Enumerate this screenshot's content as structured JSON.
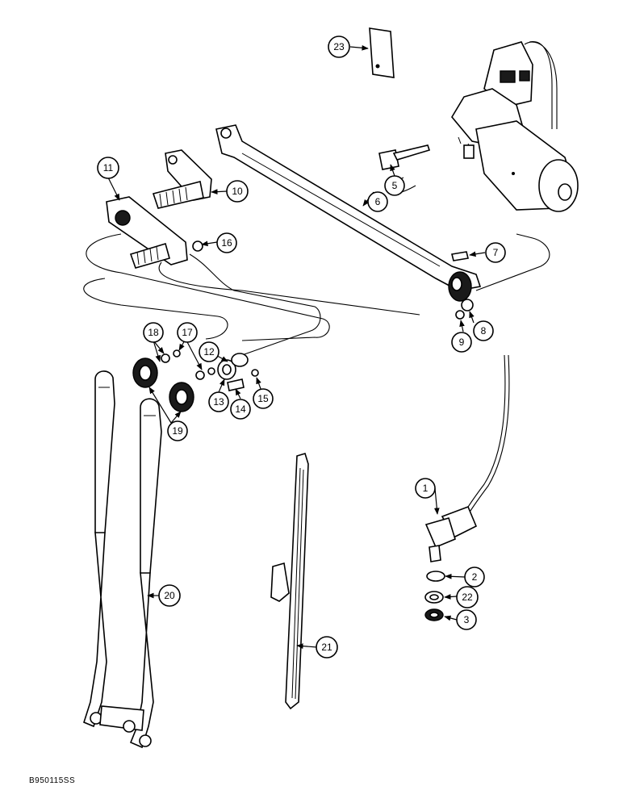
{
  "figure": {
    "reference_code": "B950115SS",
    "callouts": [
      "1",
      "2",
      "3",
      "5",
      "6",
      "7",
      "8",
      "9",
      "10",
      "11",
      "12",
      "13",
      "14",
      "15",
      "16",
      "17",
      "18",
      "19",
      "20",
      "21",
      "22",
      "23"
    ]
  }
}
